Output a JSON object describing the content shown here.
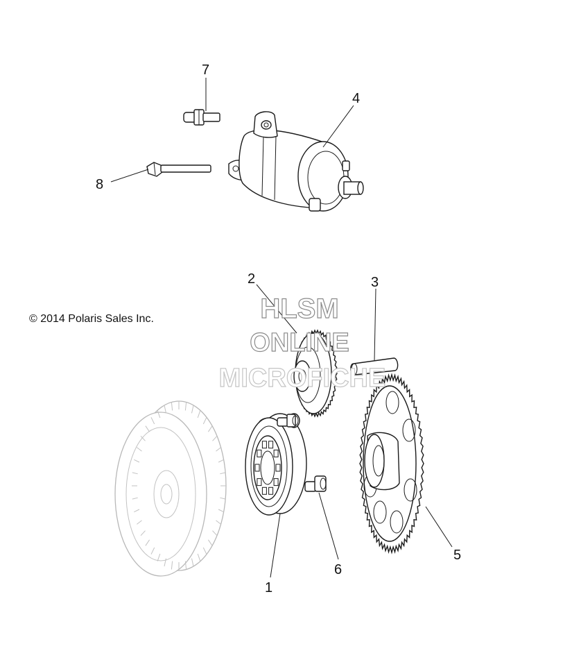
{
  "copyright": "© 2014 Polaris Sales Inc.",
  "watermark": {
    "line1": "HLSM",
    "line2": "ONLINE",
    "line3": "MICROFICHE"
  },
  "callouts": {
    "c1": "1",
    "c2": "2",
    "c3": "3",
    "c4": "4",
    "c5": "5",
    "c6": "6",
    "c7": "7",
    "c8": "8"
  }
}
